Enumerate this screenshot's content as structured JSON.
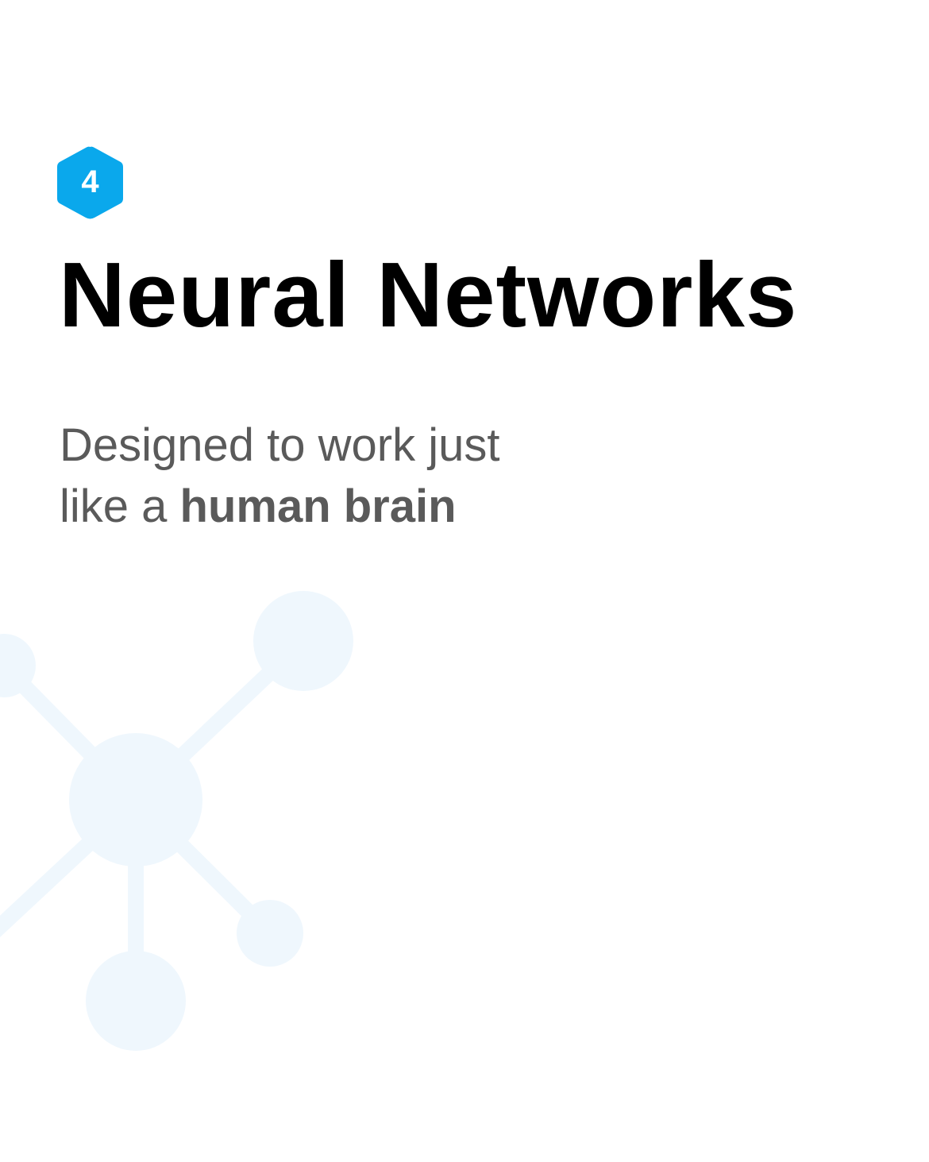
{
  "badge": {
    "number": "4",
    "color": "#0aa8ec"
  },
  "title": "Neural Networks",
  "subtitle": {
    "line1": "Designed to work just",
    "line2_prefix": "like a ",
    "line2_bold": "human brain"
  },
  "decoration": {
    "icon": "network-icon",
    "color": "#eef6fd"
  }
}
